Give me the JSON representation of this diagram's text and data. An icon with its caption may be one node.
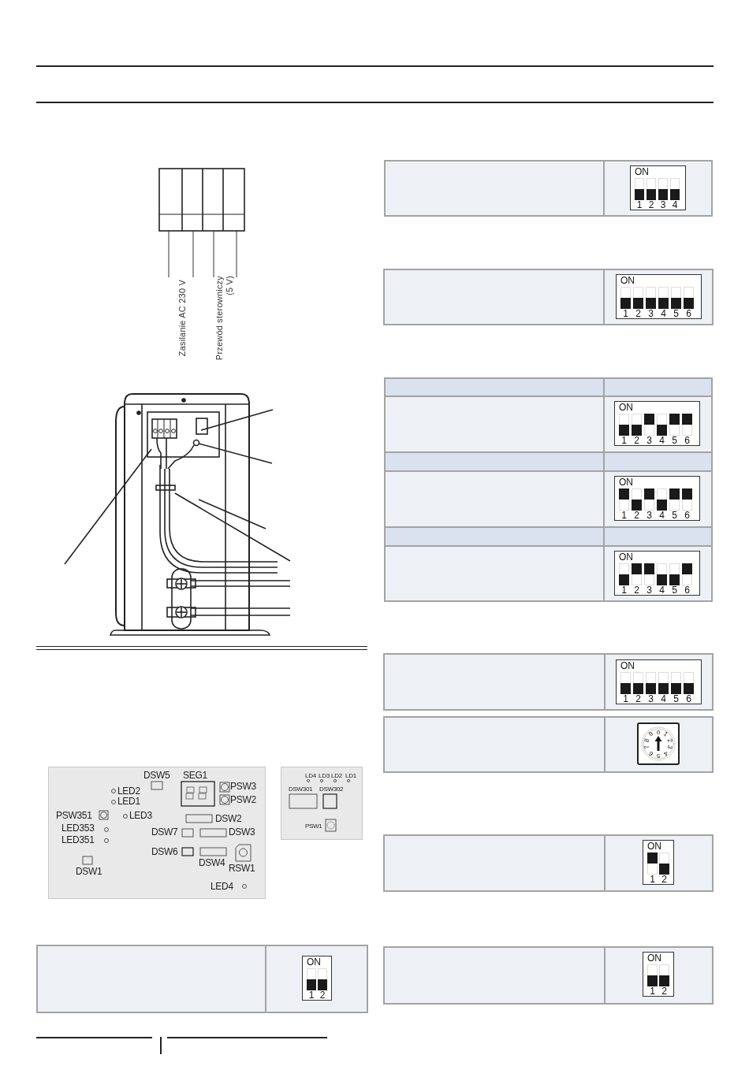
{
  "diagram": {
    "nodes": [
      {
        "text": [
          "ON",
          "1",
          "2"
        ]
      },
      {
        "text": [
          "ON",
          "1",
          "2",
          "3",
          "4"
        ]
      },
      {
        "text": [
          "ON",
          "1",
          "2",
          "3",
          "4",
          "5",
          "6"
        ]
      },
      {
        "text": [
          "ON",
          "1",
          "2",
          "3",
          "4",
          "5",
          "6"
        ]
      },
      {
        "text": [
          "ON",
          "1",
          "2",
          "3",
          "4",
          "5",
          "6"
        ]
      },
      {
        "text": [
          "ON",
          "1",
          "2",
          "3",
          "4",
          "5",
          "6"
        ]
      },
      {
        "text": [
          "ON",
          "1",
          "2",
          "3",
          "4",
          "5",
          "6"
        ]
      },
      {
        "text": [
          "0",
          "1",
          "2",
          "3",
          "4",
          "5",
          "6",
          "7",
          "8",
          "9"
        ]
      },
      {
        "text": [
          "ON",
          "1",
          "2"
        ]
      },
      {
        "text": [
          "ON",
          "1",
          "2"
        ]
      }
    ],
    "labels": [
      "Zasilanie AC 230 V",
      "Przewód sterowniczy (5 V)",
      "DSW5",
      "SEG1",
      "LED2",
      "PSW3",
      "LED1",
      "PSW2",
      "PSW351",
      "LED3",
      "DSW2",
      "LED353",
      "DSW7",
      "DSW3",
      "LED351",
      "DSW6",
      "RSW1",
      "DSW4",
      "DSW1",
      "LED4",
      "LD4",
      "LD3",
      "LD2",
      "LD1",
      "DSW301",
      "DSW302",
      "PSW1"
    ]
  }
}
